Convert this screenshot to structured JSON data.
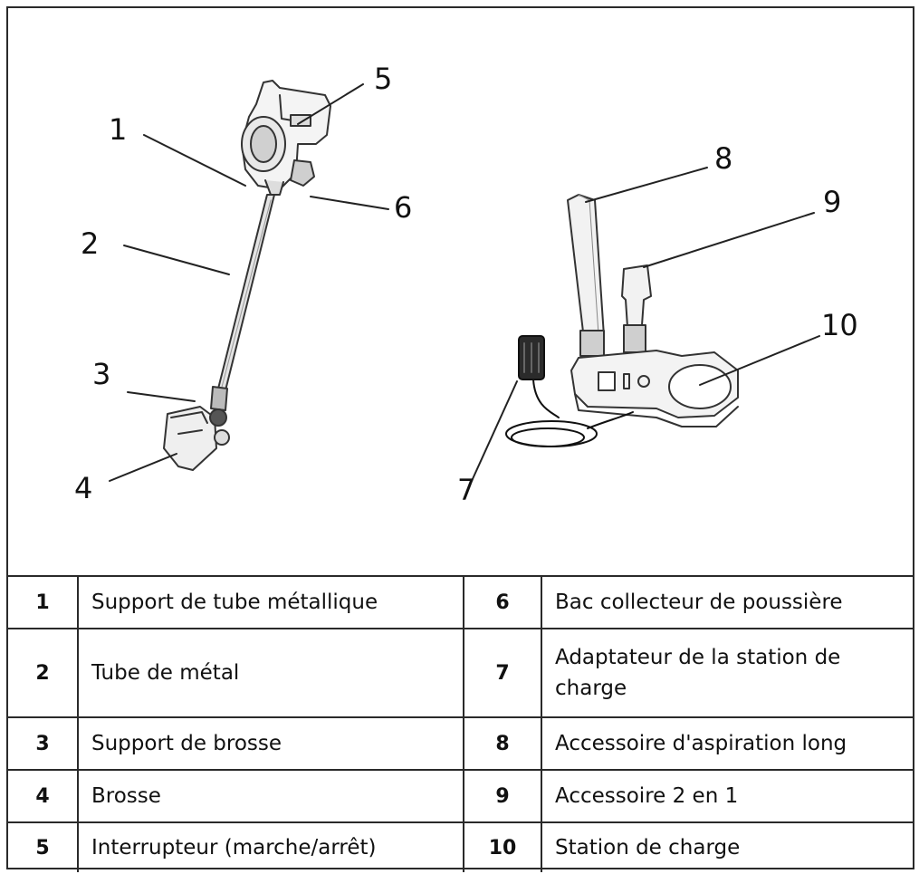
{
  "callouts": {
    "c1": "1",
    "c2": "2",
    "c3": "3",
    "c4": "4",
    "c5": "5",
    "c6": "6",
    "c7": "7",
    "c8": "8",
    "c9": "9",
    "c10": "10"
  },
  "parts": {
    "rows": [
      {
        "left_num": "1",
        "left_label": "Support de tube métallique",
        "right_num": "6",
        "right_label": "Bac collecteur de poussière"
      },
      {
        "left_num": "2",
        "left_label": "Tube de métal",
        "right_num": "7",
        "right_label": "Adaptateur de la station de charge"
      },
      {
        "left_num": "3",
        "left_label": "Support de brosse",
        "right_num": "8",
        "right_label": "Accessoire d'aspiration long"
      },
      {
        "left_num": "4",
        "left_label": "Brosse",
        "right_num": "9",
        "right_label": "Accessoire 2 en 1"
      },
      {
        "left_num": "5",
        "left_label": "Interrupteur (marche/arrêt)",
        "right_num": "10",
        "right_label": "Station de charge"
      }
    ]
  }
}
